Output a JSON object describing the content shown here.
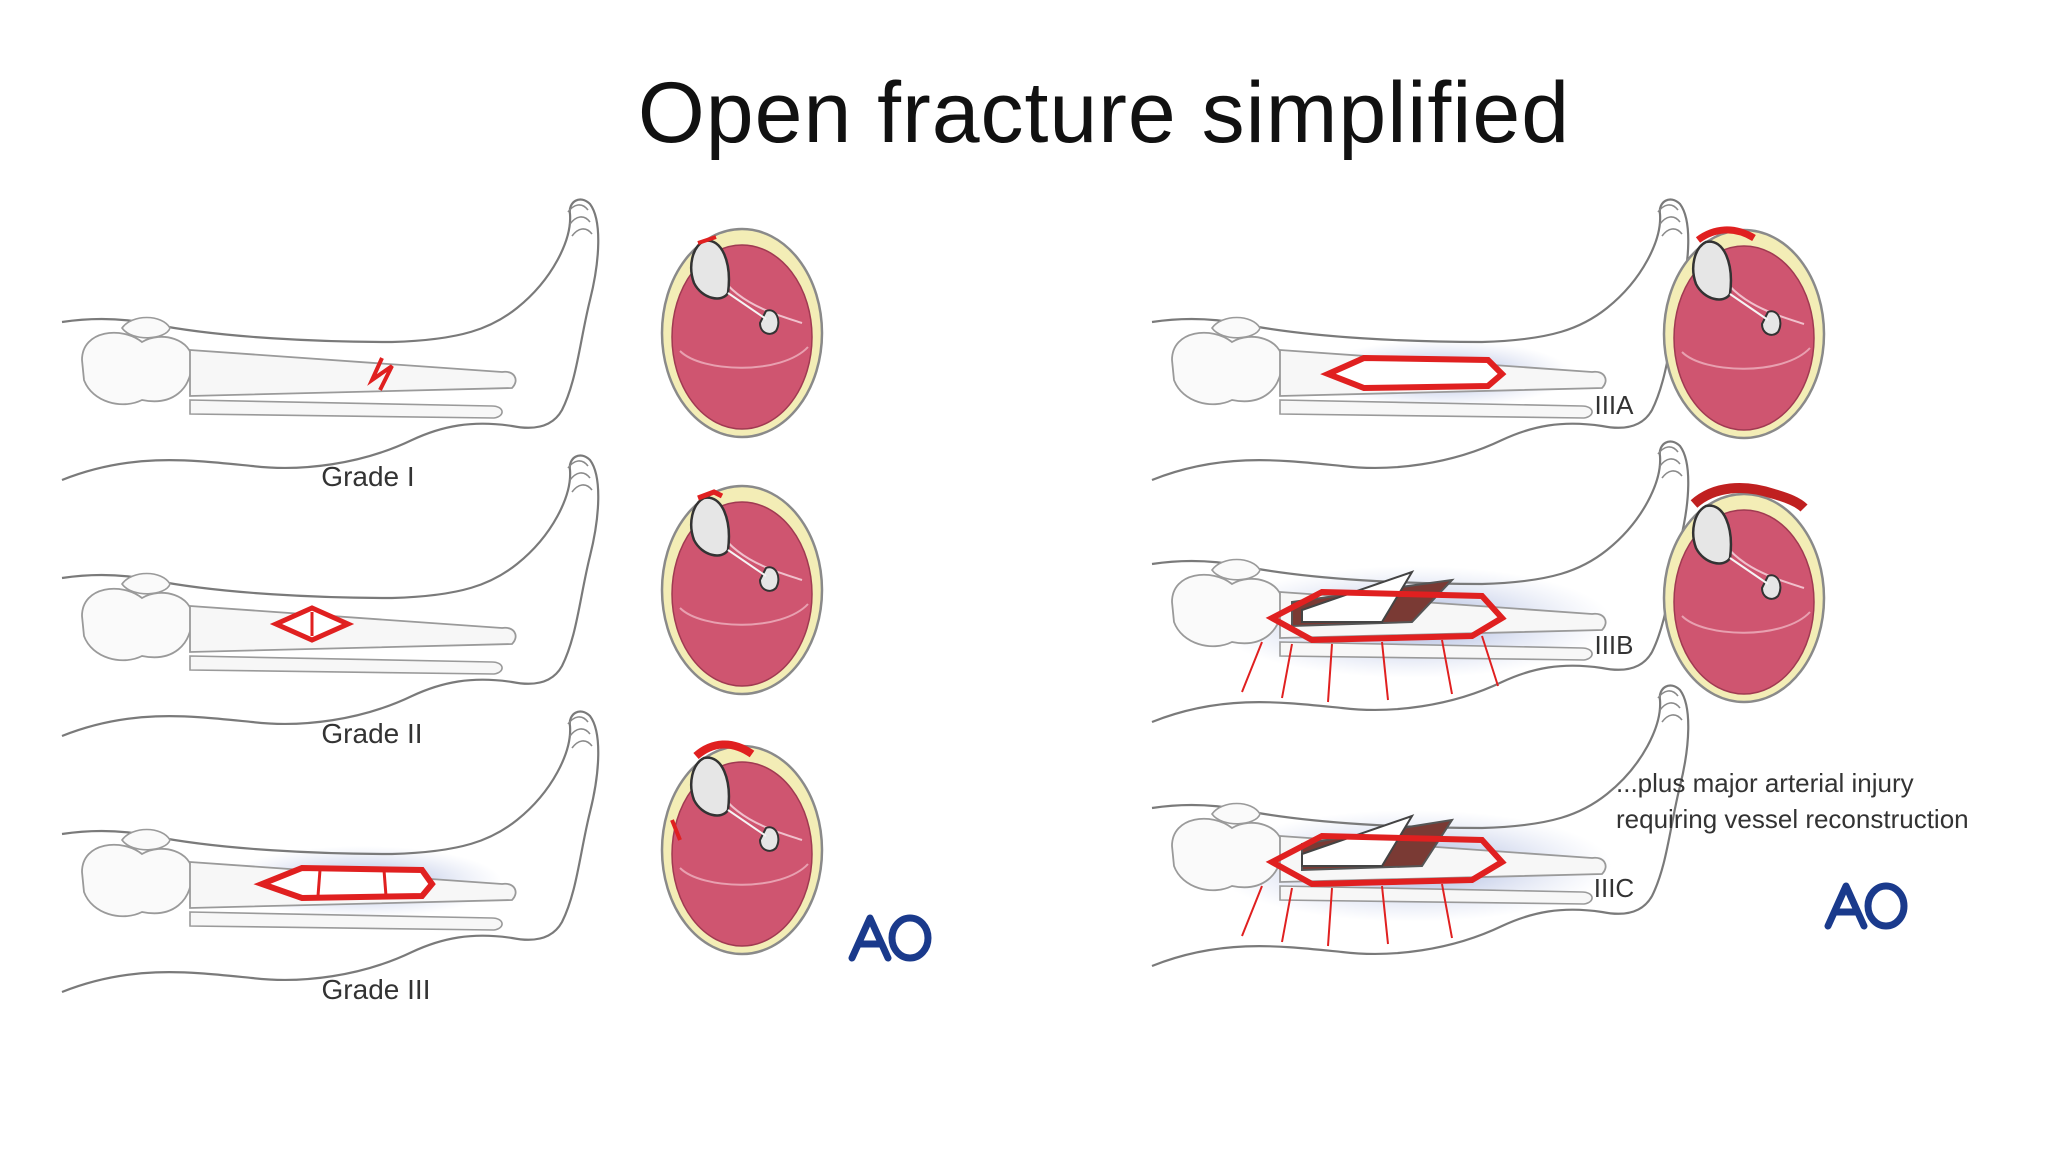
{
  "title": "Open fracture simplified",
  "left_panel": {
    "grades": [
      {
        "label": "Grade I"
      },
      {
        "label": "Grade II"
      },
      {
        "label": "Grade III"
      }
    ],
    "logo": "AO"
  },
  "right_panel": {
    "grades": [
      {
        "label": "IIIA"
      },
      {
        "label": "IIIB"
      },
      {
        "label": "IIIC"
      }
    ],
    "note_line1": "...plus major arterial injury",
    "note_line2": "requiring vessel reconstruction",
    "logo": "AO"
  },
  "colors": {
    "muscle": "#cf5570",
    "wound": "#e02020",
    "skin_ring": "#f3edb6",
    "bruise": "#9fb0d8",
    "logo": "#1a3a8c"
  }
}
